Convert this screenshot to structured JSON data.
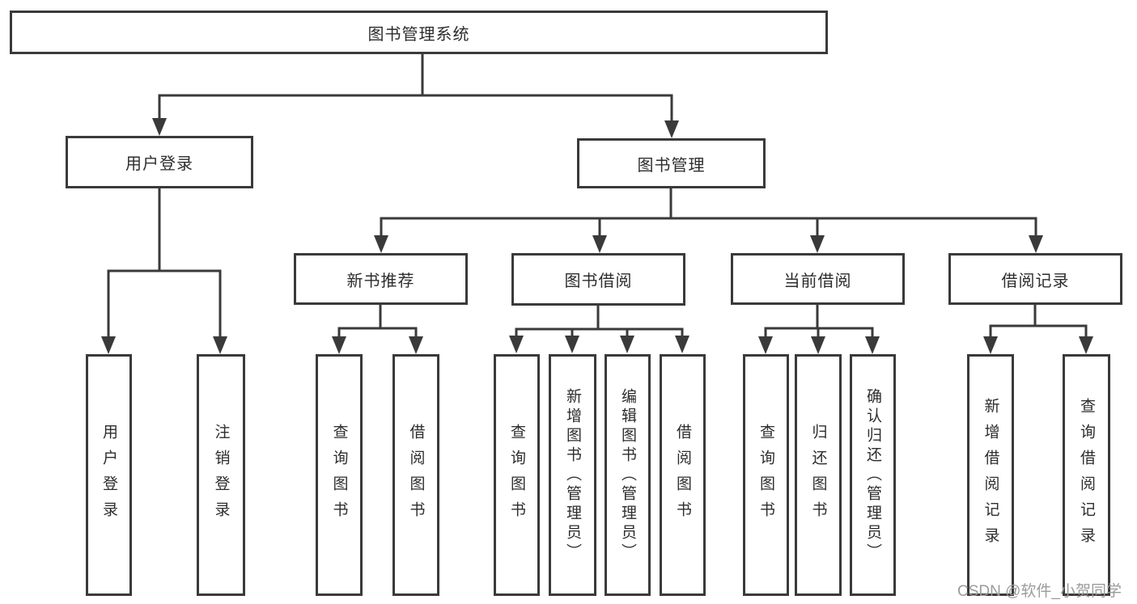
{
  "colors": {
    "line": "#3a3a3a",
    "box_border": "#3a3a3a",
    "text": "#2d2d2d",
    "watermark": "#9b9b9b",
    "background": "#ffffff"
  },
  "watermark": {
    "text": "CSDN @软件_小贺同学"
  },
  "root": {
    "label": "图书管理系统",
    "children": [
      {
        "label": "用户登录",
        "children": [
          {
            "label": "用户登录"
          },
          {
            "label": "注销登录"
          }
        ]
      },
      {
        "label": "图书管理",
        "children": [
          {
            "label": "新书推荐",
            "children": [
              {
                "label": "查询图书"
              },
              {
                "label": "借阅图书"
              }
            ]
          },
          {
            "label": "图书借阅",
            "children": [
              {
                "label": "查询图书"
              },
              {
                "label": "新增图书（管理员）"
              },
              {
                "label": "编辑图书（管理员）"
              },
              {
                "label": "借阅图书"
              }
            ]
          },
          {
            "label": "当前借阅",
            "children": [
              {
                "label": "查询图书"
              },
              {
                "label": "归还图书"
              },
              {
                "label": "确认归还（管理员）"
              }
            ]
          },
          {
            "label": "借阅记录",
            "children": [
              {
                "label": "新增借阅记录"
              },
              {
                "label": "查询借阅记录"
              }
            ]
          }
        ]
      }
    ]
  }
}
